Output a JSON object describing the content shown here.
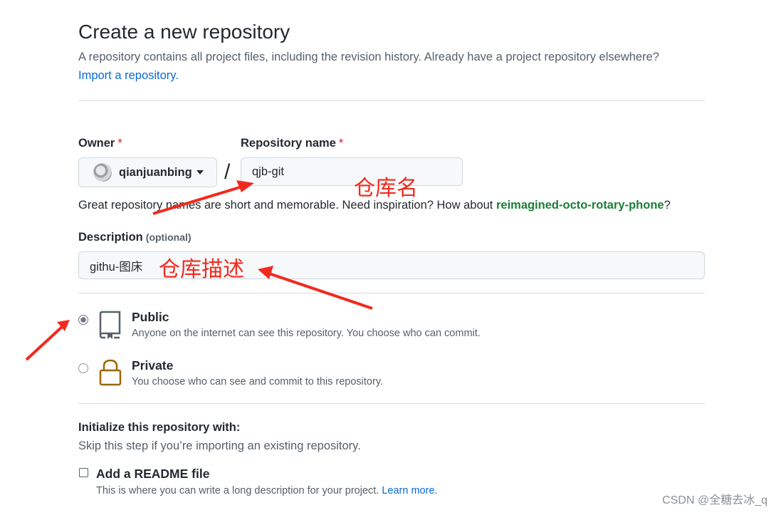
{
  "header": {
    "title": "Create a new repository",
    "subtitle": "A repository contains all project files, including the revision history. Already have a project repository elsewhere?",
    "import_link": "Import a repository."
  },
  "owner": {
    "label": "Owner",
    "required_mark": "*",
    "selected": "qianjuanbing"
  },
  "repo_name": {
    "label": "Repository name",
    "required_mark": "*",
    "value": "qjb-git"
  },
  "separator": "/",
  "name_hint": {
    "text": "Great repository names are short and memorable. Need inspiration? How about ",
    "suggestion": "reimagined-octo-rotary-phone",
    "tail": "?"
  },
  "description": {
    "label": "Description",
    "optional": "(optional)",
    "value": "githu-图床"
  },
  "visibility": {
    "public": {
      "title": "Public",
      "desc": "Anyone on the internet can see this repository. You choose who can commit.",
      "checked": true
    },
    "private": {
      "title": "Private",
      "desc": "You choose who can see and commit to this repository.",
      "checked": false
    }
  },
  "initialize": {
    "title": "Initialize this repository with:",
    "subtitle": "Skip this step if you’re importing an existing repository.",
    "readme": {
      "label": "Add a README file",
      "desc": "This is where you can write a long description for your project.",
      "learn_more": "Learn more."
    }
  },
  "annotations": {
    "repo_name": "仓库名",
    "repo_desc": "仓库描述",
    "color": "#f22a1e"
  },
  "watermark": "CSDN @全糖去冰_q",
  "colors": {
    "link": "#0969da",
    "suggestion": "#1a7f37",
    "required": "#cf222e",
    "private_lock": "#9a6700"
  }
}
